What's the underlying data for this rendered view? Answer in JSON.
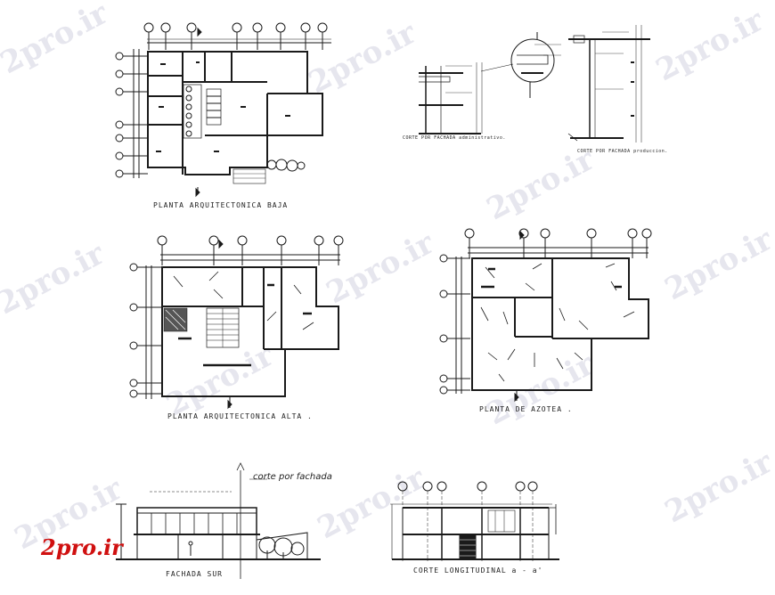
{
  "watermark": {
    "text": "2pro.ir"
  },
  "logo": {
    "text": "2pro.ir",
    "color": "#d01010"
  },
  "labels": {
    "planta_baja": "PLANTA   ARQUITECTONICA   BAJA",
    "corte_admin": "CORTE  POR  FACHADA  administrativo.",
    "corte_prod": "CORTE  POR  FACHADA  produccion.",
    "planta_alta": "PLANTA   ARQUITECTONICA   ALTA .",
    "planta_azotea": "PLANTA   DE   AZOTEA .",
    "corte_por_fachada": "corte por fachada",
    "fachada_sur": "FACHADA   SUR",
    "corte_longitudinal": "CORTE  LONGITUDINAL   a - a'"
  },
  "colors": {
    "line": "#1a1a1a",
    "watermark": "#e6e6ee",
    "logo": "#d01010"
  }
}
